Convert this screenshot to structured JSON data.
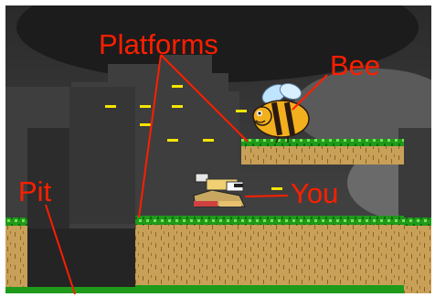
{
  "annotations": {
    "platforms": "Platforms",
    "bee": "Bee",
    "pit": "Pit",
    "you": "You"
  },
  "colors": {
    "annotation": "#ff1e00",
    "grass": "#20a81c",
    "grass_light": "#7ee05a",
    "dirt": "#c49a52",
    "dirt_dark": "#8a6328",
    "sky_dark": "#3a3a3a",
    "wall": "#404040",
    "coin": "#f5e400",
    "bee_body": "#f2b01e",
    "bee_stripe": "#2a1a10",
    "bee_wing": "#bfe4ff"
  },
  "sprites": {
    "enemy": "bee-sprite",
    "player": "player-sprite",
    "collectible": "coin-dash"
  }
}
